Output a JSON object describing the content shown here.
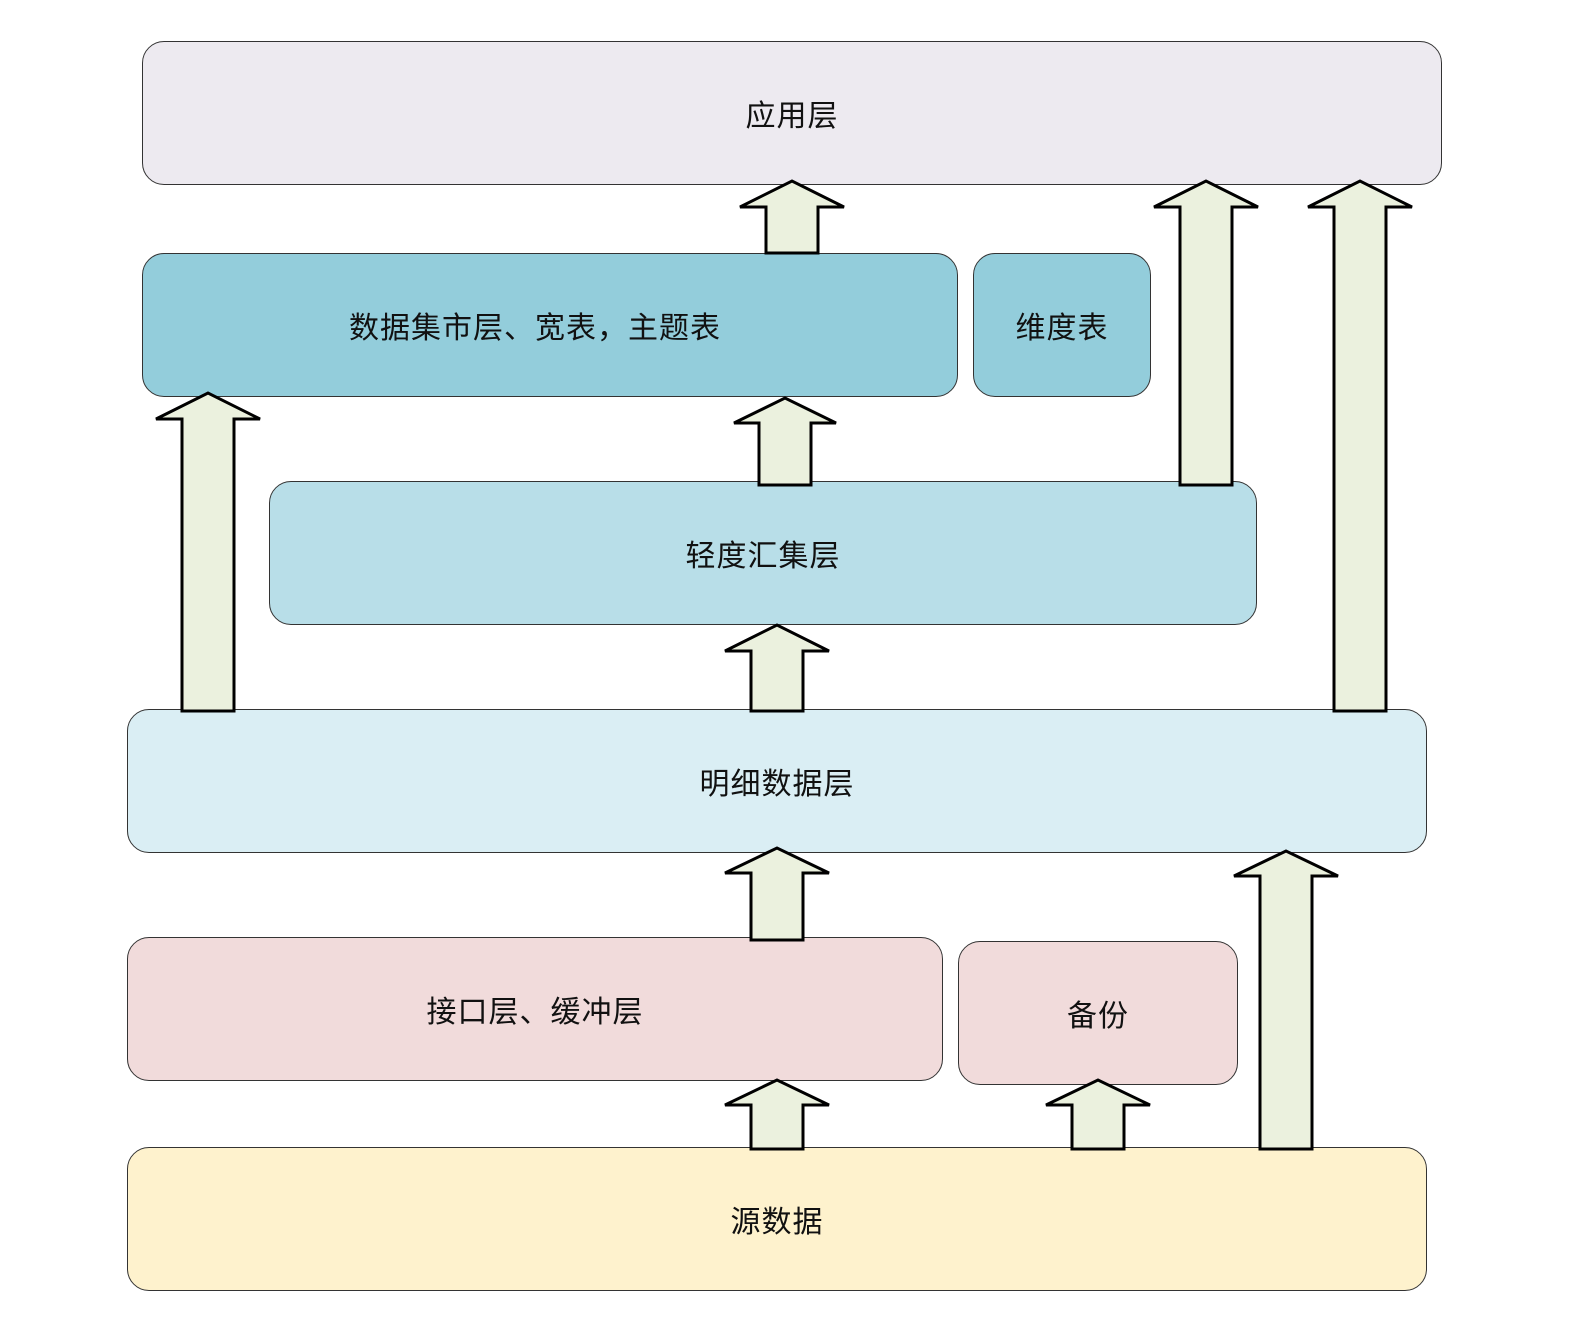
{
  "layers": {
    "app": {
      "label": "应用层",
      "color": "#edeaf0"
    },
    "mart": {
      "label": "数据集市层、宽表，主题表",
      "color": "#93cddb"
    },
    "dimension": {
      "label": "维度表",
      "color": "#93cddb"
    },
    "light_summary": {
      "label": "轻度汇集层",
      "color": "#b8dee8"
    },
    "detail": {
      "label": "明细数据层",
      "color": "#daeef4"
    },
    "interface": {
      "label": "接口层、缓冲层",
      "color": "#f1dbdb"
    },
    "backup": {
      "label": "备份",
      "color": "#f1dbdb"
    },
    "source": {
      "label": "源数据",
      "color": "#fef2cd"
    }
  },
  "arrow_color": "#ebf1de"
}
